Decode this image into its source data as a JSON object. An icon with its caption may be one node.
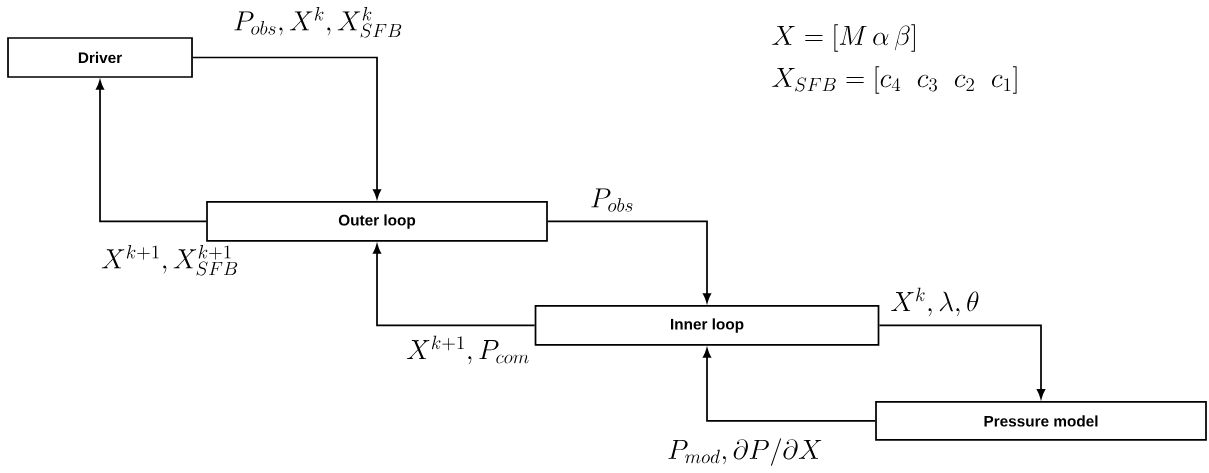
{
  "diagram": {
    "nodes": [
      {
        "text": [
          "Driver"
        ]
      },
      {
        "text": [
          "Outer loop"
        ]
      },
      {
        "text": [
          "Inner loop"
        ]
      },
      {
        "text": [
          "Pressure model"
        ]
      }
    ],
    "edges": [
      {
        "from": 0,
        "to": 1,
        "arrow": "to",
        "label": "P_{obs}, X^{k}, X^{k}_{SFB}"
      },
      {
        "from": 1,
        "to": 0,
        "arrow": "to",
        "label": "X^{k+1}, X^{k+1}_{SFB}"
      },
      {
        "from": 1,
        "to": 2,
        "arrow": "to",
        "label": "P_{obs}"
      },
      {
        "from": 2,
        "to": 1,
        "arrow": "to",
        "label": "X^{k+1}, P_{com}"
      },
      {
        "from": 2,
        "to": 3,
        "arrow": "to",
        "label": "X^{k}, \\lambda, \\theta"
      },
      {
        "from": 3,
        "to": 2,
        "arrow": "to",
        "label": "P_{mod}, \\partial P/\\partial X"
      }
    ],
    "labels": [
      "X=[M\\,\\alpha\\,\\beta]",
      "X_{SFB}=[c_{4}\\;\\; c_{3}\\;\\; c_{2}\\;\\; c_{1}]"
    ]
  }
}
